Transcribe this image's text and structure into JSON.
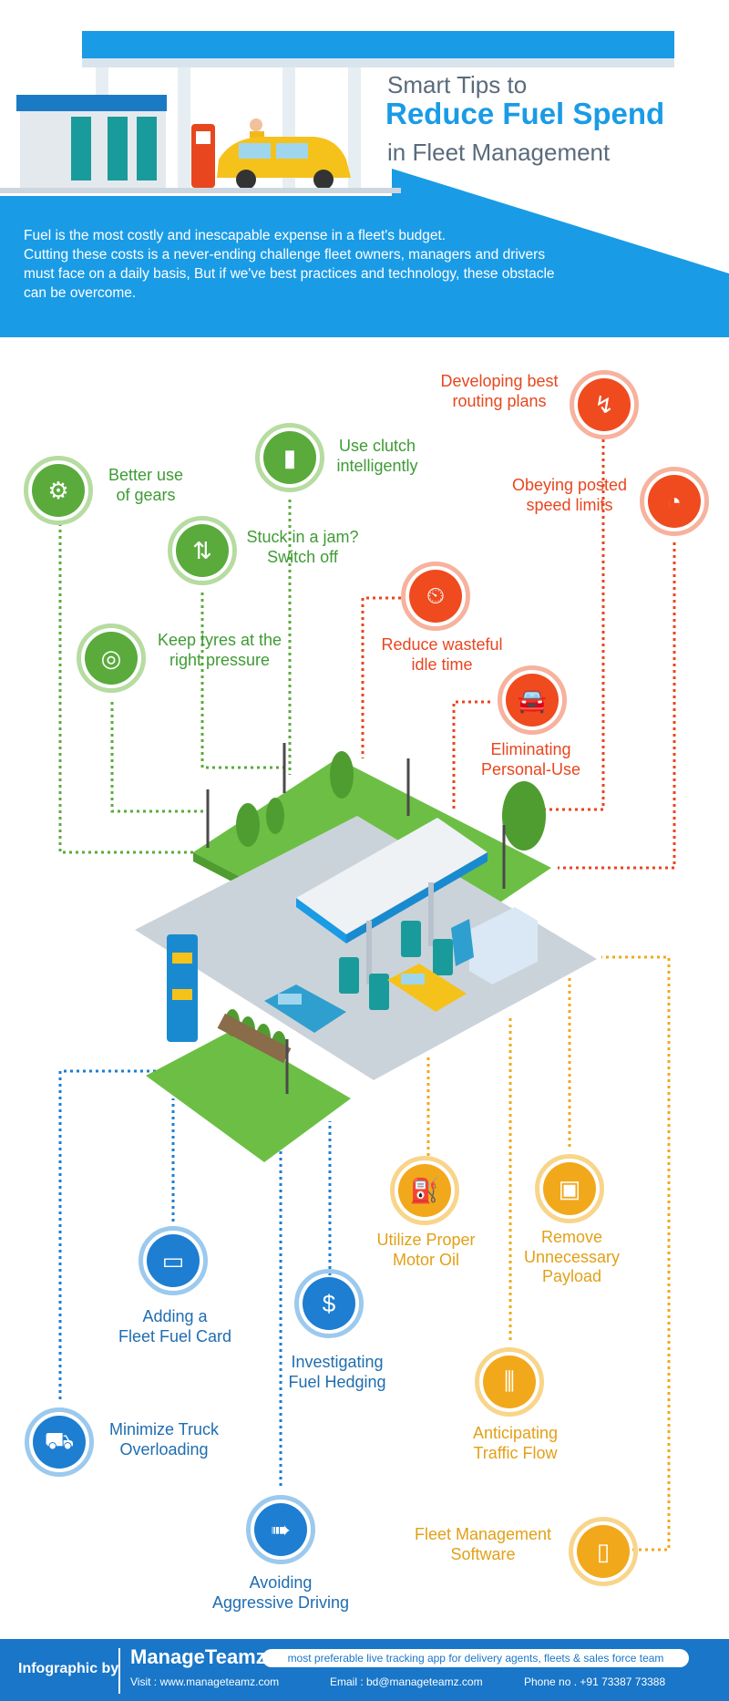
{
  "header": {
    "title_line1": "Smart Tips to",
    "title_line2": "Reduce Fuel Spend",
    "title_line3": "in Fleet Management"
  },
  "intro": {
    "line1": "Fuel is the most costly and inescapable expense in a fleet's budget.",
    "line2": "Cutting these costs is a never-ending challenge fleet owners, managers and drivers",
    "line3": "must face on a daily basis, But if we've best practices and technology, these obstacle",
    "line4": "can be overcome."
  },
  "tips": {
    "gears": {
      "l1": "Better use",
      "l2": "of gears",
      "icon": "gear-shift-icon"
    },
    "clutch": {
      "l1": "Use clutch",
      "l2": "intelligently",
      "icon": "clutch-pedal-icon"
    },
    "jam": {
      "l1": "Stuck in a jam?",
      "l2": "Switch off",
      "icon": "traffic-jam-icon"
    },
    "tyres": {
      "l1": "Keep tyres at the",
      "l2": "right pressure",
      "icon": "tyre-icon"
    },
    "routing": {
      "l1": "Developing best",
      "l2": "routing plans",
      "icon": "route-icon"
    },
    "speed": {
      "l1": "Obeying posted",
      "l2": "speed limits",
      "icon": "speedometer-icon"
    },
    "idle": {
      "l1": "Reduce wasteful",
      "l2": "idle time",
      "icon": "idle-car-icon"
    },
    "personal": {
      "l1": "Eliminating",
      "l2": "Personal-Use",
      "icon": "car-icon"
    },
    "fuelcard": {
      "l1": "Adding a",
      "l2": "Fleet Fuel Card",
      "icon": "fuel-card-icon"
    },
    "hedging": {
      "l1": "Investigating",
      "l2": "Fuel Hedging",
      "icon": "currency-exchange-icon"
    },
    "motoroil": {
      "l1": "Utilize Proper",
      "l2": "Motor Oil",
      "icon": "oil-can-icon"
    },
    "payload": {
      "l1": "Remove",
      "l2": "Unnecessary",
      "l3": "Payload",
      "icon": "box-icon"
    },
    "overloading": {
      "l1": "Minimize Truck",
      "l2": "Overloading",
      "icon": "truck-scale-icon"
    },
    "traffic": {
      "l1": "Anticipating",
      "l2": "Traffic Flow",
      "icon": "road-icon"
    },
    "aggressive": {
      "l1": "Avoiding",
      "l2": "Aggressive Driving",
      "icon": "fast-car-icon"
    },
    "software": {
      "l1": "Fleet Management",
      "l2": "Software",
      "icon": "smartphone-icon"
    }
  },
  "footer": {
    "infographic_by": "Infographic by",
    "brand": "ManageTeamz",
    "tagline": "most preferable live tracking app for delivery agents, fleets & sales force team",
    "visit": "Visit : www.manageteamz.com",
    "email": "Email : bd@manageteamz.com",
    "phone": "Phone no . +91 73387 73388"
  },
  "colors": {
    "blue": "#1a9be6",
    "green": "#5aab3c",
    "red": "#ef4b1f",
    "navy": "#1d7ed2",
    "yellow": "#f2a81b",
    "footer": "#1976c8"
  }
}
